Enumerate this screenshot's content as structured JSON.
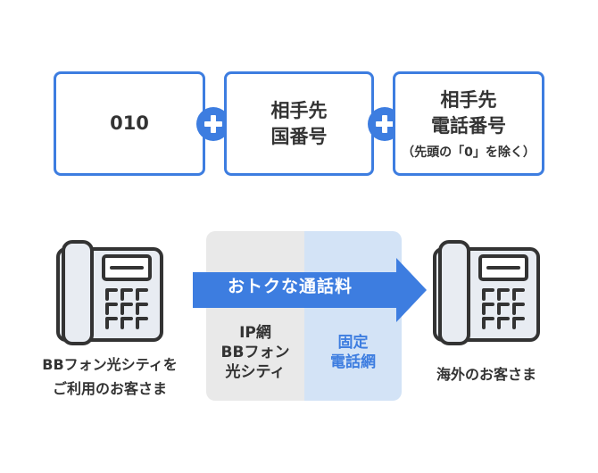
{
  "dial_sequence": {
    "box1": {
      "text": "010"
    },
    "box2": {
      "line1": "相手先",
      "line2": "国番号"
    },
    "box3": {
      "line1": "相手先",
      "line2": "電話番号",
      "note": "（先頭の「0」を除く）"
    }
  },
  "flow": {
    "arrow_label": "おトクな通話料",
    "network_ip": {
      "line1": "IP網",
      "line2": "BBフォン",
      "line3": "光シティ"
    },
    "network_fixed": {
      "line1": "固定",
      "line2": "電話網"
    }
  },
  "callers": {
    "left": {
      "line1": "BBフォン光シティを",
      "line2": "ご利用のお客さま",
      "icon": "telephone-icon"
    },
    "right": {
      "line1": "海外のお客さま",
      "icon": "telephone-icon"
    }
  },
  "colors": {
    "accent": "#3d7de0",
    "dark": "#333333",
    "panel_gray": "#e9e9e9",
    "panel_blue": "#d3e3f6",
    "phone_fill": "#e8ecf2"
  }
}
